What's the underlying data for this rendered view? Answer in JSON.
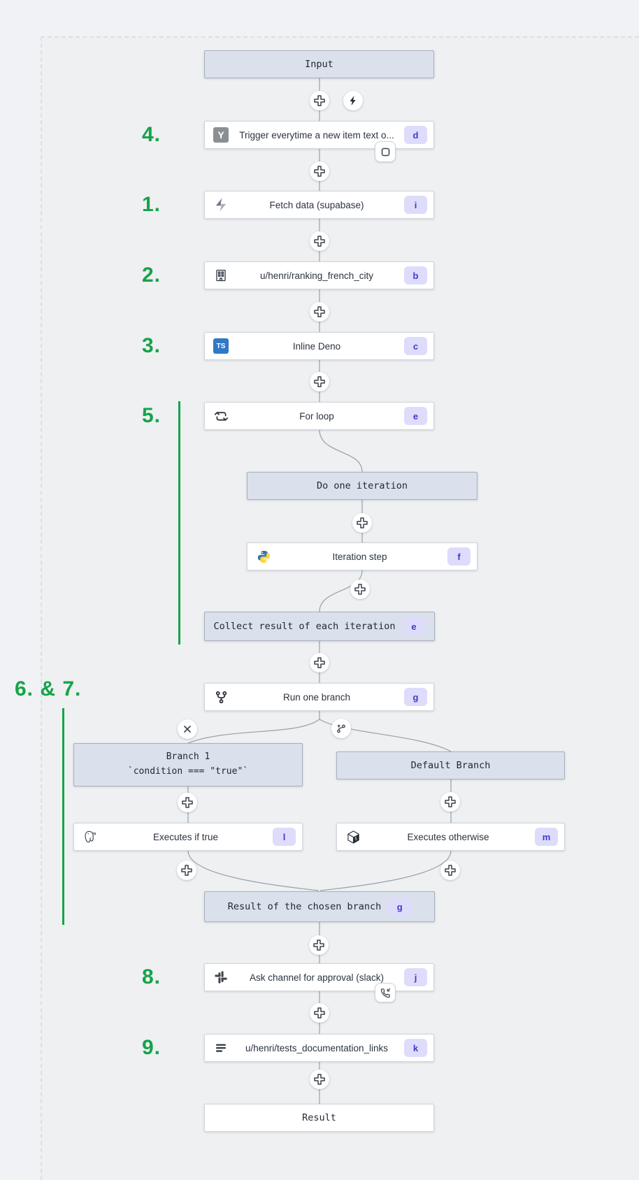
{
  "flow": {
    "virtual_nodes": {
      "input": {
        "label": "Input"
      },
      "do_one_iteration": {
        "label": "Do one iteration"
      },
      "collect": {
        "label": "Collect result of each iteration",
        "badge": "e"
      },
      "branch1": {
        "label_line1": "Branch 1",
        "label_line2": "`condition === \"true\"`"
      },
      "default_branch": {
        "label": "Default Branch"
      },
      "chosen_result": {
        "label": "Result of the chosen branch",
        "badge": "g"
      },
      "result": {
        "label": "Result"
      }
    },
    "steps": {
      "trigger": {
        "label": "Trigger everytime a new item text o...",
        "badge": "d",
        "icon": "hackernews-icon"
      },
      "fetch": {
        "label": "Fetch data (supabase)",
        "badge": "i",
        "icon": "supabase-icon"
      },
      "ranking": {
        "label": "u/henri/ranking_french_city",
        "badge": "b",
        "icon": "building-icon"
      },
      "deno": {
        "label": "Inline Deno",
        "badge": "c",
        "icon": "typescript-icon"
      },
      "forloop": {
        "label": "For loop",
        "badge": "e",
        "icon": "repeat-icon"
      },
      "iteration": {
        "label": "Iteration step",
        "badge": "f",
        "icon": "python-icon"
      },
      "runbranch": {
        "label": "Run one branch",
        "badge": "g",
        "icon": "git-fork-icon"
      },
      "iftrue": {
        "label": "Executes if true",
        "badge": "l",
        "icon": "postgresql-icon"
      },
      "otherwise": {
        "label": "Executes otherwise",
        "badge": "m",
        "icon": "cube-shell-icon"
      },
      "approval": {
        "label": "Ask channel for approval (slack)",
        "badge": "j",
        "icon": "slack-icon"
      },
      "docs": {
        "label": "u/henri/tests_documentation_links",
        "badge": "k",
        "icon": "list-icon"
      }
    },
    "annotations": {
      "n1": "1.",
      "n2": "2.",
      "n3": "3.",
      "n4": "4.",
      "n5": "5.",
      "n67": "6. & 7.",
      "n8": "8.",
      "n9": "9."
    },
    "icon_text": {
      "hackernews": "Y",
      "typescript": "TS",
      "shell_dollar": "$"
    },
    "colors": {
      "annotation_green": "#16a34a",
      "badge_bg": "#dedcfb",
      "badge_text": "#4338ca",
      "virtual_node_bg": "#dbe1ec",
      "canvas_bg": "#eef0f2",
      "connector": "#98a0aa"
    }
  }
}
